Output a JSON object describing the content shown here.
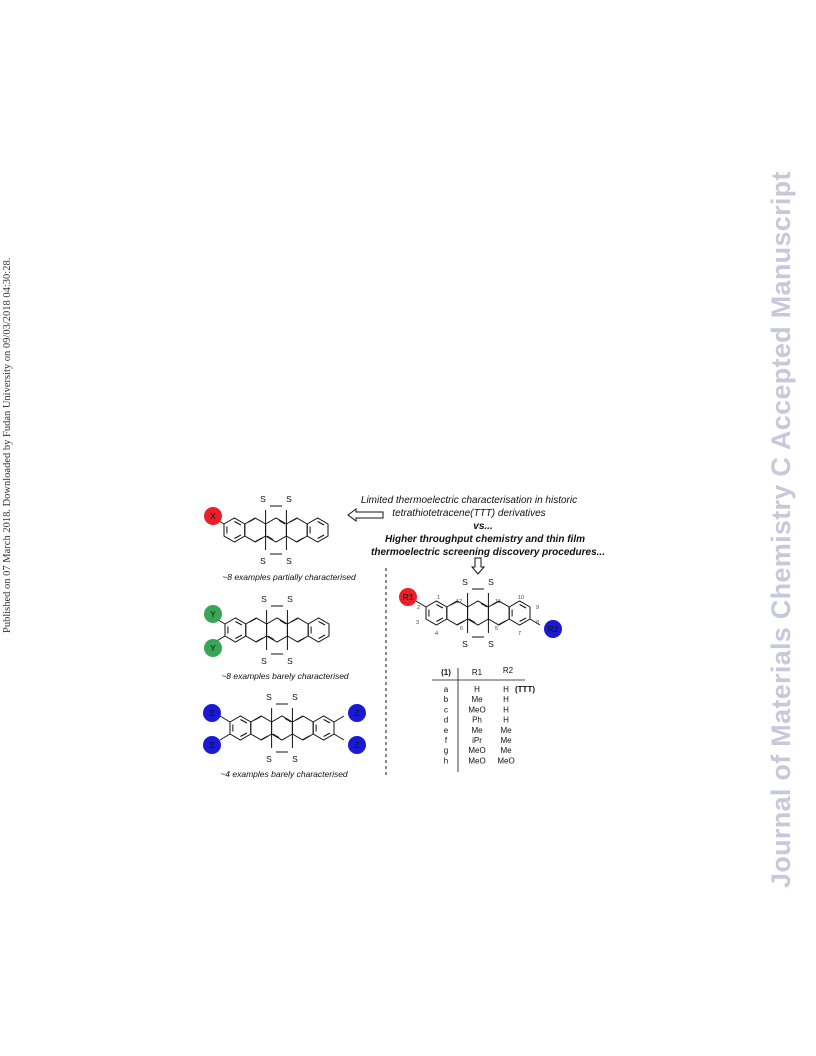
{
  "side_left": "Published on 07 March 2018. Downloaded by Fudan University on 09/03/2018 04:30:28.",
  "side_right": "Journal of Materials Chemistry C Accepted Manuscript",
  "figure": {
    "headline_1": "Limited thermoelectric characterisation in historic",
    "headline_2": "tetrathiotetracene(TTT) derivatives",
    "headline_vs": "vs...",
    "headline_3": "Higher throughput chemistry and thin film",
    "headline_4": "thermoelectric screening discovery procedures...",
    "caption_1": "~8 examples partially characterised",
    "caption_2": "~8 examples barely characterised",
    "caption_3": "~4 examples barely characterised",
    "sulfur": "S",
    "sub_x": "X",
    "sub_y": "Y",
    "sub_z": "Z",
    "sub_r1": "R1",
    "sub_r2": "R2",
    "colors": {
      "x_sub": "#e8202a",
      "y_sub": "#3aa655",
      "z_sub": "#1a1ad6",
      "r1_sub": "#e8202a",
      "r2_sub": "#1a1ad6"
    },
    "atom_numbers": [
      "1",
      "2",
      "3",
      "4",
      "5",
      "6",
      "7",
      "8",
      "9",
      "10",
      "11",
      "12"
    ],
    "table": {
      "header_compound": "(1)",
      "header_r1": "R1",
      "header_r2": "R2",
      "rows": [
        {
          "id": "a",
          "r1": "H",
          "r2": "H",
          "note": "(TTT)"
        },
        {
          "id": "b",
          "r1": "Me",
          "r2": "H",
          "note": ""
        },
        {
          "id": "c",
          "r1": "MeO",
          "r2": "H",
          "note": ""
        },
        {
          "id": "d",
          "r1": "Ph",
          "r2": "H",
          "note": ""
        },
        {
          "id": "e",
          "r1": "Me",
          "r2": "Me",
          "note": ""
        },
        {
          "id": "f",
          "r1": "iPr",
          "r2": "Me",
          "note": ""
        },
        {
          "id": "g",
          "r1": "MeO",
          "r2": "Me",
          "note": ""
        },
        {
          "id": "h",
          "r1": "MeO",
          "r2": "MeO",
          "note": ""
        }
      ]
    }
  }
}
